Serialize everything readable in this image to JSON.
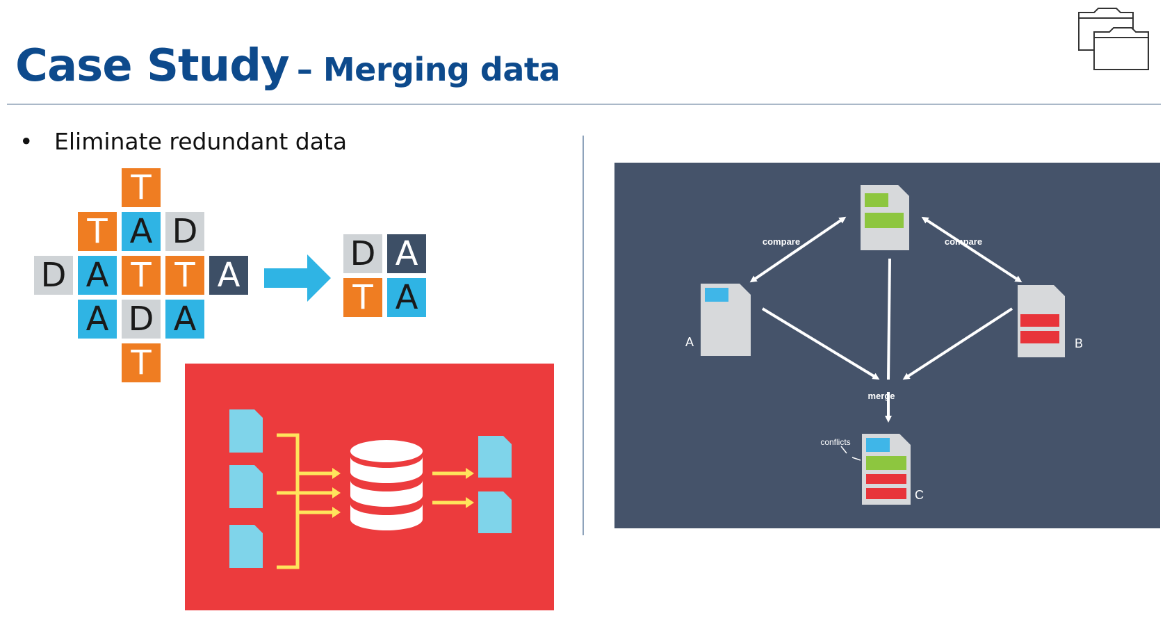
{
  "title": {
    "main": "Case Study",
    "sub": "– Merging data"
  },
  "bullets": [
    {
      "text": "Eliminate redundant data"
    }
  ],
  "letter_grid": {
    "tiles": [
      {
        "letter": "T",
        "color": "orange"
      },
      {
        "letter": "T",
        "color": "orange"
      },
      {
        "letter": "A",
        "color": "blue"
      },
      {
        "letter": "D",
        "color": "gray"
      },
      {
        "letter": "D",
        "color": "gray"
      },
      {
        "letter": "A",
        "color": "blue"
      },
      {
        "letter": "T",
        "color": "orange"
      },
      {
        "letter": "T",
        "color": "orange"
      },
      {
        "letter": "A",
        "color": "dark"
      },
      {
        "letter": "A",
        "color": "blue"
      },
      {
        "letter": "D",
        "color": "gray"
      },
      {
        "letter": "A",
        "color": "blue"
      },
      {
        "letter": "T",
        "color": "orange"
      }
    ],
    "result": [
      {
        "letter": "D",
        "color": "gray"
      },
      {
        "letter": "A",
        "color": "dark"
      },
      {
        "letter": "T",
        "color": "orange"
      },
      {
        "letter": "A",
        "color": "blue"
      }
    ],
    "arrow_color": "#2fb4e4"
  },
  "merge_panel": {
    "background": "#ec3b3d",
    "arrow_color": "#ffe45c",
    "doc_color": "#7fd4ea",
    "input_doc_count": 3,
    "output_doc_count": 2
  },
  "diagram": {
    "background": "#45536a",
    "labels": {
      "compare_left": "compare",
      "compare_right": "compare",
      "merge": "merge",
      "conflicts": "conflicts",
      "doc_a": "A",
      "doc_b": "B",
      "doc_c": "C"
    },
    "colors": {
      "green": "#8dc63f",
      "blue": "#3fb6e8",
      "red": "#e8343a",
      "doc": "#d7d9db",
      "arrow": "#ffffff"
    }
  },
  "icons": {
    "top_right": "folders-icon"
  }
}
